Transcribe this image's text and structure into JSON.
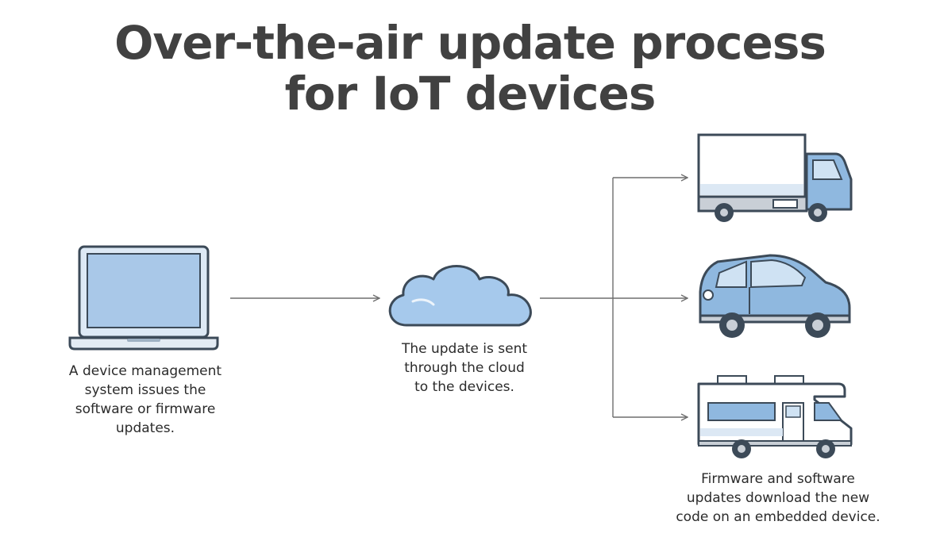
{
  "title": {
    "line1": "Over-the-air update process",
    "line2": "for IoT devices"
  },
  "captions": {
    "laptop": [
      "A device management",
      "system issues the",
      "software or firmware",
      "updates."
    ],
    "cloud": [
      "The update is sent",
      "through the cloud",
      "to the devices."
    ],
    "devices": [
      "Firmware and software",
      "updates download the new",
      "code on an embedded device."
    ]
  },
  "icons": {
    "source": "laptop-icon",
    "relay": "cloud-icon",
    "targets": [
      "truck-icon",
      "car-icon",
      "rv-icon"
    ]
  },
  "colors": {
    "outline": "#3c4a58",
    "blue_fill": "#8fb8df",
    "light_blue": "#cfe2f3",
    "pale": "#e8f0f8",
    "grey": "#c9cfd6",
    "arrow": "#6e6e6e",
    "title": "#414141"
  }
}
